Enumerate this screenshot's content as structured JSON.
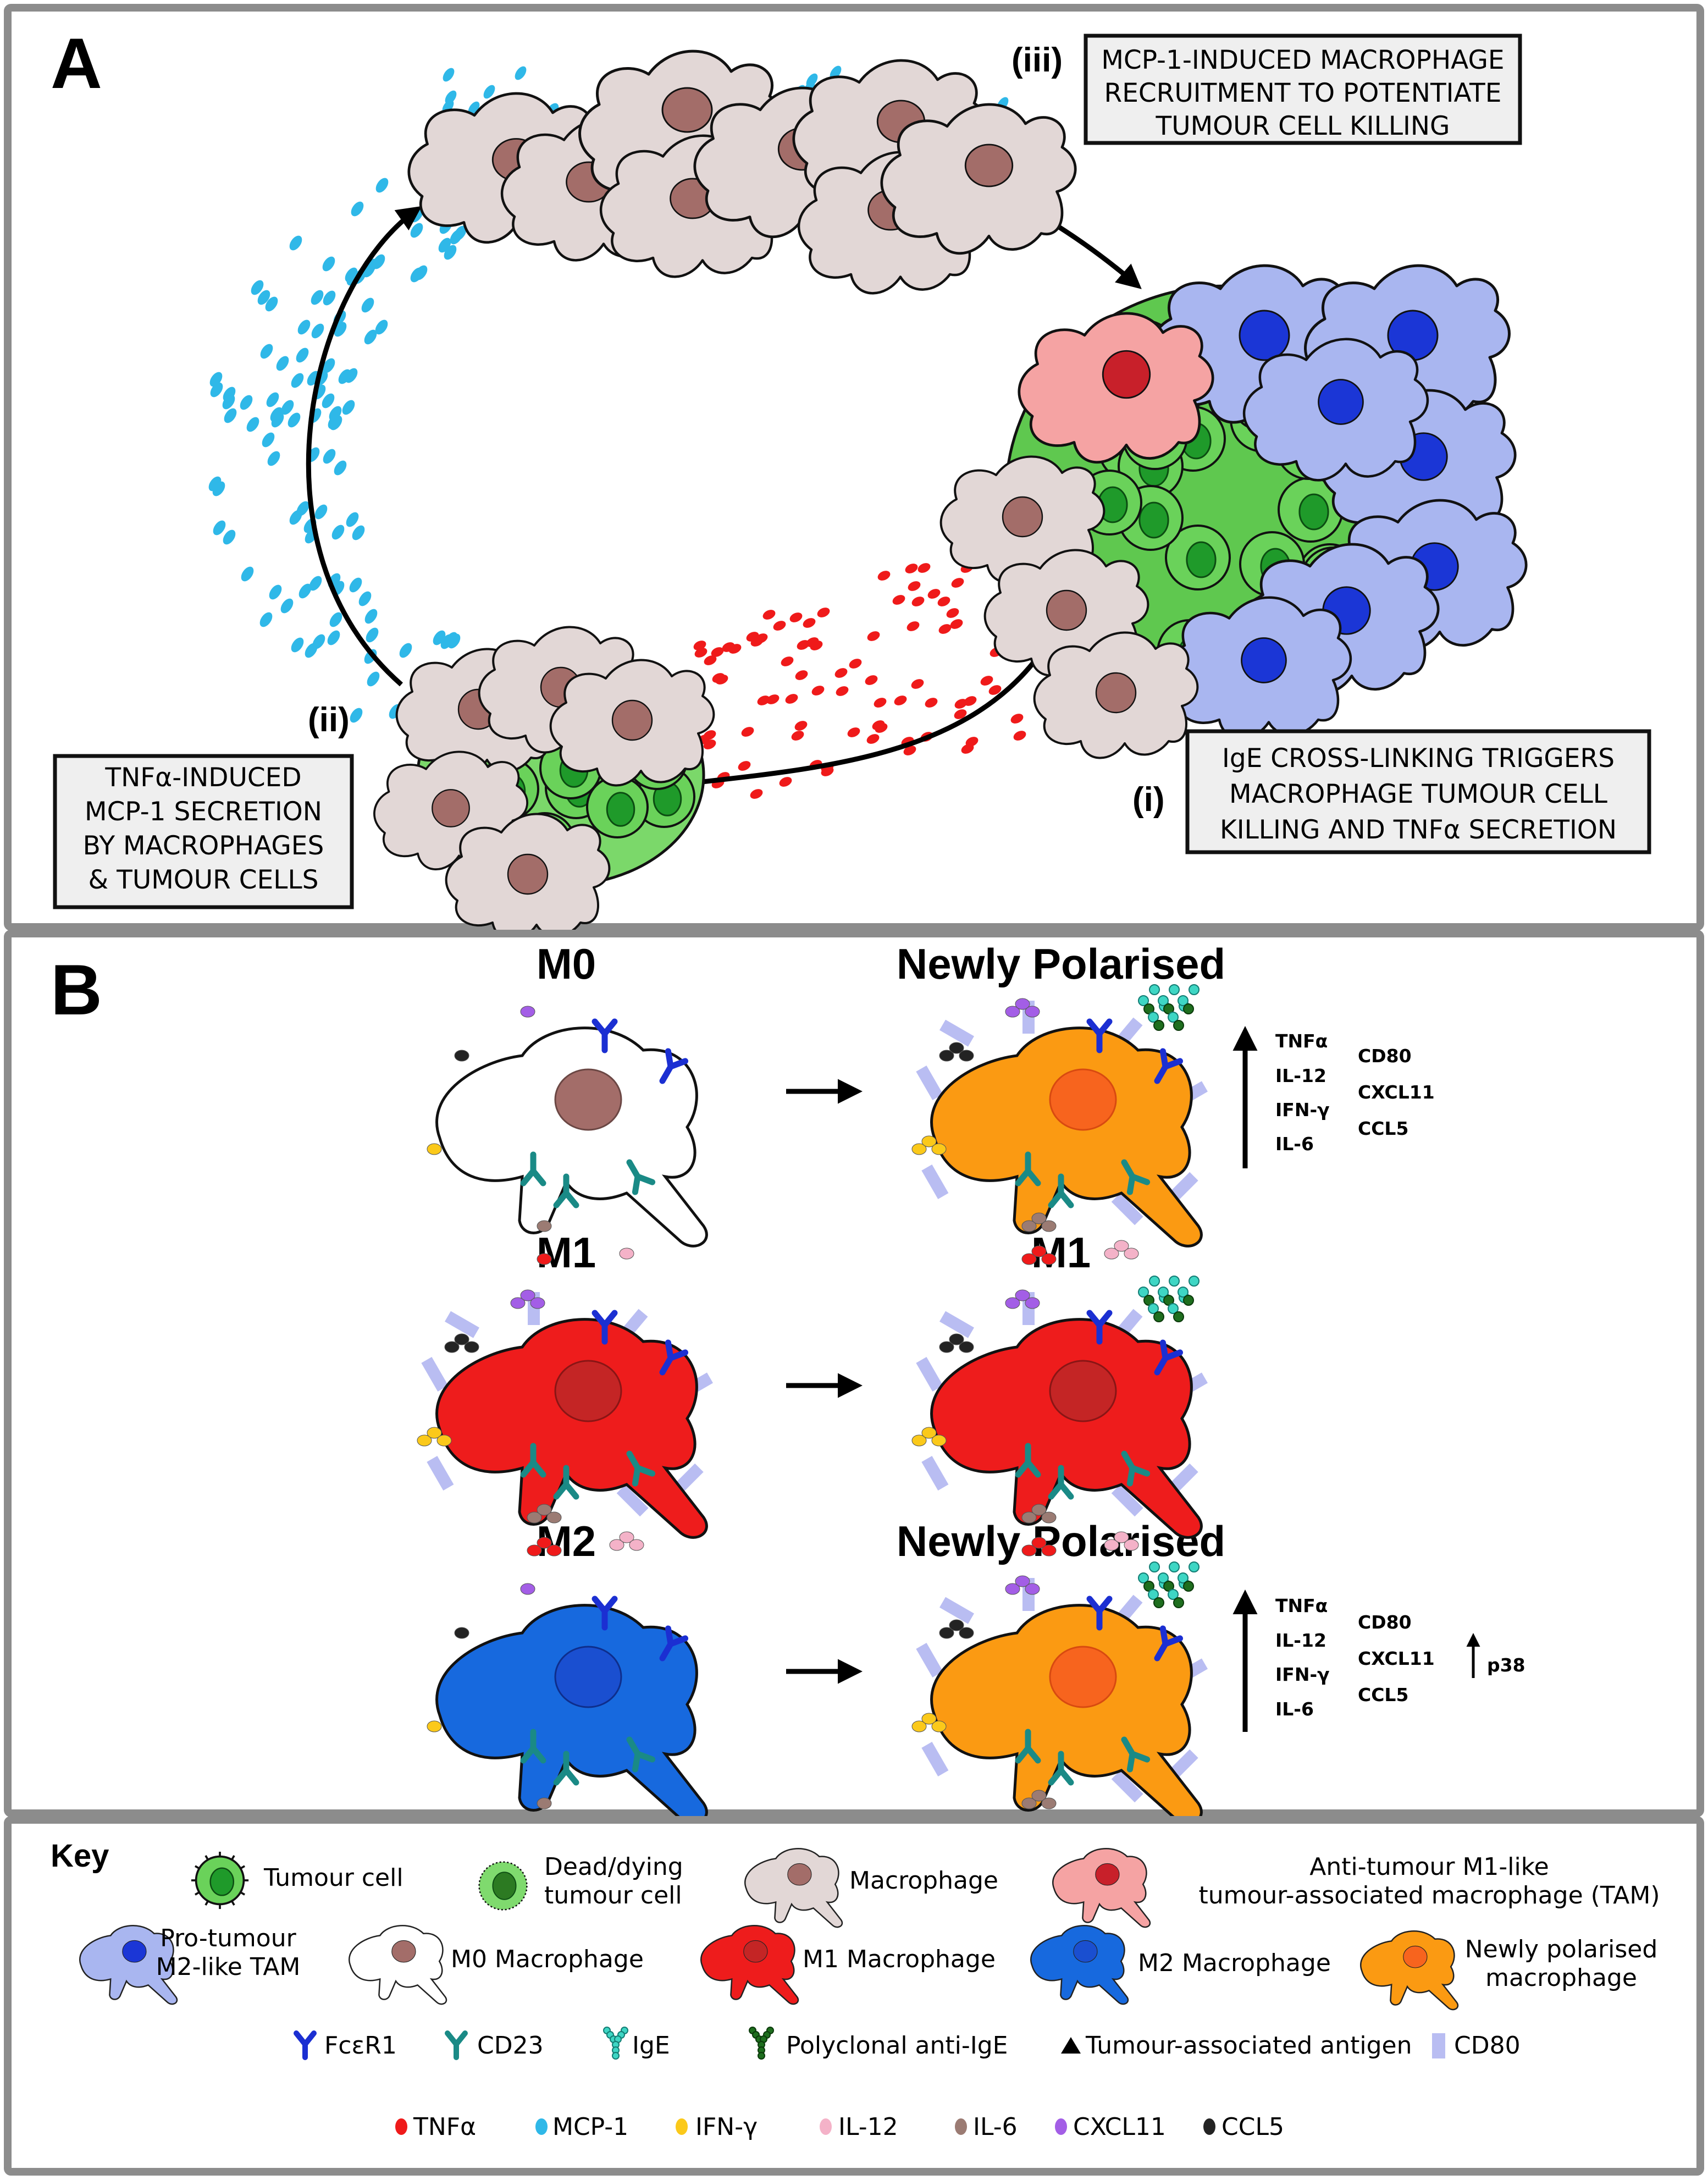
{
  "colors": {
    "macrophage": "#e2d7d6",
    "nucleus": "#a36d69",
    "tumour": "#6ad25a",
    "tumour_nucleus": "#1f9a2a",
    "m1_tam": "#f5a3a3",
    "m2_tam": "#a9b6f0",
    "m1": "#ee1c1c",
    "m2": "#1769de",
    "newly": "#fb9a12",
    "tnfa": "#ef1a1a",
    "mcp1": "#2fb8e8",
    "ifng": "#fbc91a",
    "il12": "#f4b2c8",
    "il6": "#9b7b73",
    "cxcl11": "#a35ee6",
    "ccl5": "#232323",
    "fcer1": "#1b2fd2",
    "cd23": "#1a8a86",
    "ige": "#3ed6c4",
    "anti_ige": "#1e6e1e",
    "cd80": "#b9bdf2"
  },
  "panel_a": {
    "label": "A",
    "step_i": {
      "marker": "(i)",
      "lines": [
        "IgE CROSS-LINKING TRIGGERS",
        "MACROPHAGE TUMOUR CELL",
        "KILLING AND TNFα SECRETION"
      ]
    },
    "step_ii": {
      "marker": "(ii)",
      "lines": [
        "TNFα-INDUCED",
        "MCP-1 SECRETION",
        "BY MACROPHAGES",
        "& TUMOUR CELLS"
      ]
    },
    "step_iii": {
      "marker": "(iii)",
      "lines": [
        "MCP-1-INDUCED MACROPHAGE",
        "RECRUITMENT TO POTENTIATE",
        "TUMOUR CELL KILLING"
      ]
    }
  },
  "panel_b": {
    "label": "B",
    "rows": [
      {
        "left": "M0",
        "right": "Newly Polarised",
        "up": [
          "TNFα",
          "IL-12",
          "IFN-γ",
          "IL-6"
        ],
        "markers": [
          "CD80",
          "CXCL11",
          "CCL5"
        ],
        "extra": ""
      },
      {
        "left": "M1",
        "right": "M1",
        "up": [],
        "markers": [],
        "extra": ""
      },
      {
        "left": "M2",
        "right": "Newly Polarised",
        "up": [
          "TNFα",
          "IL-12",
          "IFN-γ",
          "IL-6"
        ],
        "markers": [
          "CD80",
          "CXCL11",
          "CCL5"
        ],
        "extra": "p38"
      }
    ]
  },
  "key": {
    "title": "Key",
    "cells": {
      "tumour_cell": "Tumour cell",
      "dead_tumour_cell": [
        "Dead/dying",
        "tumour cell"
      ],
      "macrophage": "Macrophage",
      "m1_tam": [
        "Anti-tumour M1-like",
        "tumour-associated macrophage (TAM)"
      ],
      "m2_tam": [
        "Pro-tumour",
        "M2-like TAM"
      ],
      "m0": "M0 Macrophage",
      "m1": "M1 Macrophage",
      "m2": "M2 Macrophage",
      "newly": [
        "Newly polarised",
        "macrophage"
      ]
    },
    "receptors": {
      "fcer1": "FcεR1",
      "cd23": "CD23",
      "ige": "IgE",
      "anti_ige": "Polyclonal anti-IgE",
      "antigen": "Tumour-associated antigen",
      "cd80": "CD80"
    },
    "cytokines": {
      "tnfa": "TNFα",
      "mcp1": "MCP-1",
      "ifng": "IFN-γ",
      "il12": "IL-12",
      "il6": "IL-6",
      "cxcl11": "CXCL11",
      "ccl5": "CCL5"
    }
  }
}
